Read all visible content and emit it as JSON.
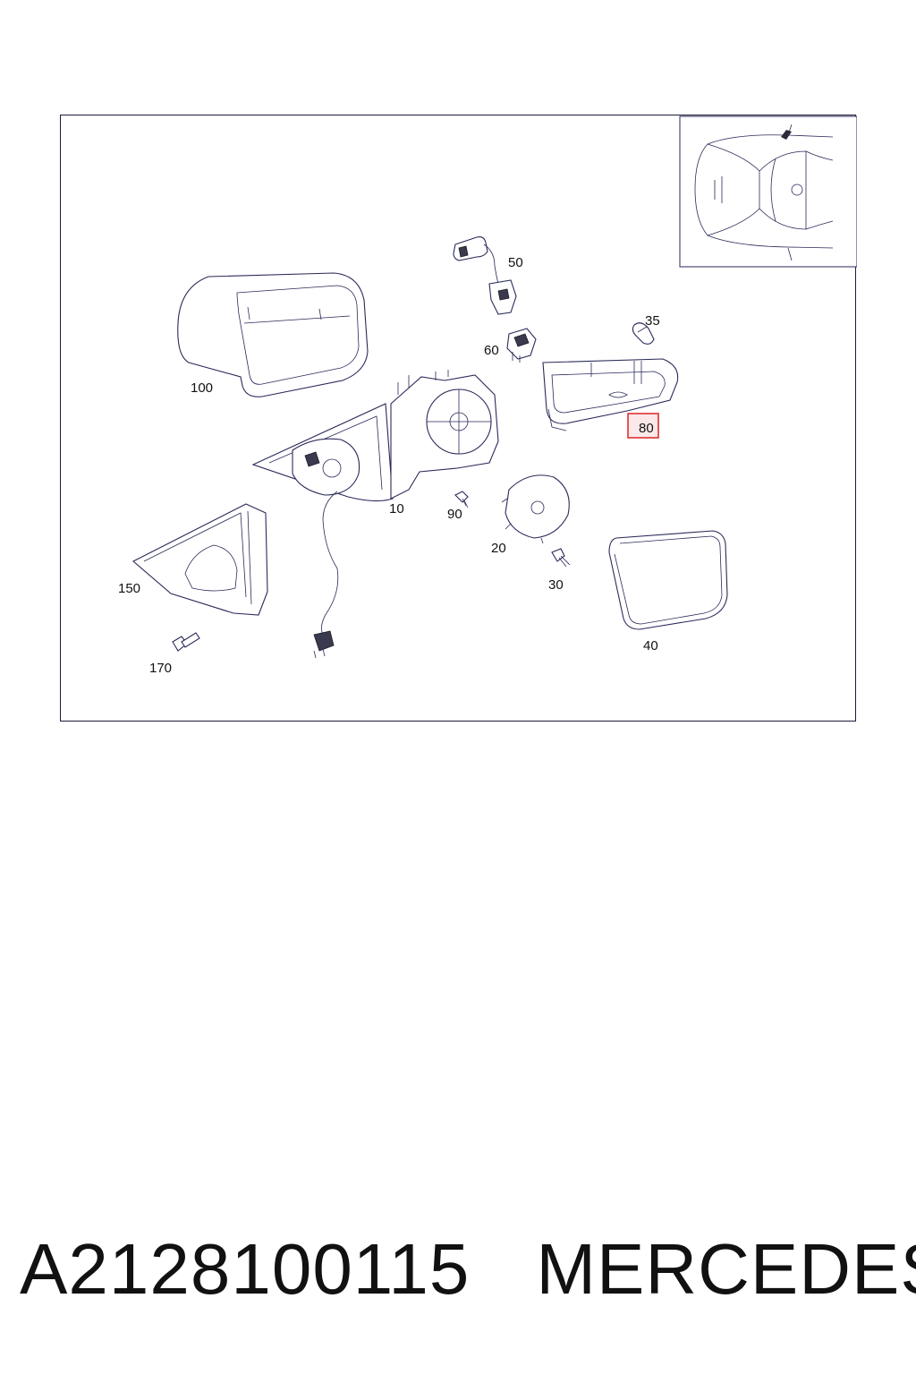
{
  "diagram": {
    "callouts": {
      "c10": "10",
      "c20": "20",
      "c30": "30",
      "c35": "35",
      "c40": "40",
      "c50": "50",
      "c60": "60",
      "c80": "80",
      "c90": "90",
      "c100": "100",
      "c150": "150",
      "c170": "170"
    },
    "highlighted_callout": "80",
    "highlight_color": "#e03030",
    "line_color": "#2a2a5a"
  },
  "caption": {
    "part_number": "A2128100115",
    "brand": "MERCEDES"
  }
}
